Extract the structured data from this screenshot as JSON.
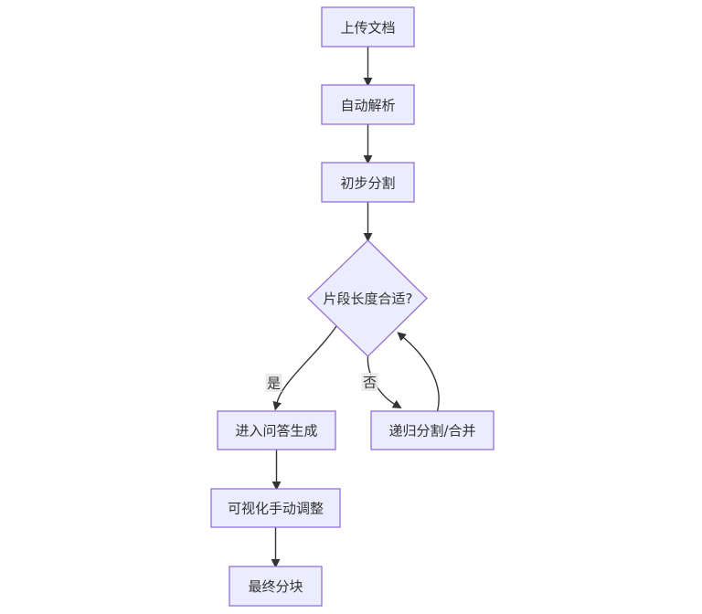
{
  "diagram": {
    "type": "flowchart",
    "direction": "top-down",
    "nodes": [
      {
        "id": "upload-doc",
        "label": "上传文档",
        "shape": "rect"
      },
      {
        "id": "auto-parse",
        "label": "自动解析",
        "shape": "rect"
      },
      {
        "id": "initial-split",
        "label": "初步分割",
        "shape": "rect"
      },
      {
        "id": "length-check",
        "label": "片段长度合适?",
        "shape": "diamond"
      },
      {
        "id": "qa-generate",
        "label": "进入问答生成",
        "shape": "rect"
      },
      {
        "id": "recursive-split-merge",
        "label": "递归分割/合并",
        "shape": "rect"
      },
      {
        "id": "manual-adjust",
        "label": "可视化手动调整",
        "shape": "rect"
      },
      {
        "id": "final-chunk",
        "label": "最终分块",
        "shape": "rect"
      }
    ],
    "edges": [
      {
        "from": "upload-doc",
        "to": "auto-parse",
        "label": ""
      },
      {
        "from": "auto-parse",
        "to": "initial-split",
        "label": ""
      },
      {
        "from": "initial-split",
        "to": "length-check",
        "label": ""
      },
      {
        "from": "length-check",
        "to": "qa-generate",
        "label": "是"
      },
      {
        "from": "length-check",
        "to": "recursive-split-merge",
        "label": "否"
      },
      {
        "from": "recursive-split-merge",
        "to": "length-check",
        "label": ""
      },
      {
        "from": "qa-generate",
        "to": "manual-adjust",
        "label": ""
      },
      {
        "from": "manual-adjust",
        "to": "final-chunk",
        "label": ""
      }
    ],
    "colors": {
      "node_fill": "#ECECFF",
      "node_border": "#9370DB",
      "edge_line": "#333333",
      "text": "#333333",
      "edge_label_bg": "#e8e8e8",
      "background": "#ffffff"
    }
  }
}
